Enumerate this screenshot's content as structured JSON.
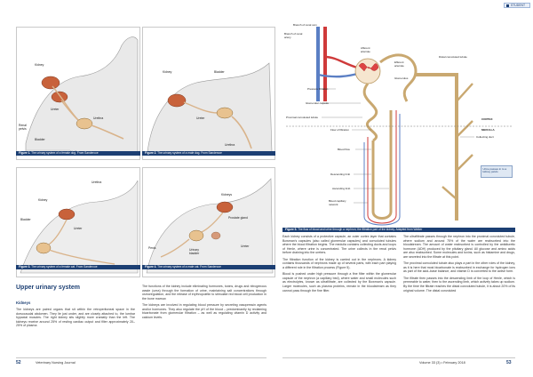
{
  "badge": "STUDENT",
  "fig1": {
    "caption_bold": "Figure 1.",
    "caption": " The urinary system of a female dog. From Sandercoe",
    "labels": [
      "Kidney",
      "Ureter",
      "Renal pelvis",
      "Urethra",
      "Bladder",
      "Urethra"
    ]
  },
  "fig2": {
    "caption_bold": "Figure 2.",
    "caption": " The urinary system of a male dog. From Sandercoe",
    "labels": [
      "Kidney",
      "Bladder",
      "Ureter",
      "Urethra"
    ]
  },
  "fig3": {
    "caption_bold": "Figure 3.",
    "caption": " The urinary system of a female cat. From Sandercoe",
    "labels": [
      "Urethra",
      "Kidney",
      "Ureter",
      "Bladder"
    ]
  },
  "fig4": {
    "caption_bold": "Figure 4.",
    "caption": " The urinary system of a male cat. From Sandercoe",
    "labels": [
      "Kidneys",
      "Prostate gland",
      "Ureter",
      "Penis",
      "Urinary bladder"
    ]
  },
  "fig5": {
    "caption_bold": "Figure 5.",
    "caption": " The flow of blood and urine through a nephron; the filtration part of the kidney. Adapted from Walker",
    "labels": {
      "branch_vein": "Branch of renal vein",
      "branch_artery": "Branch of renal artery",
      "afferent": "Afferent arteriole",
      "efferent": "Efferent arteriole",
      "glomerulus": "Glomerulus",
      "distal": "Distal convoluted tubule",
      "pressure": "Pressure filtration",
      "capsule": "Glomerular capsule",
      "proximal": "Proximal convoluted tubule",
      "cortex": "CORTEX",
      "medulla": "MEDULLA",
      "flow": "Flow of filtration",
      "collecting": "Collecting duct",
      "bloodflow": "Blood flow",
      "descending": "Descending limb",
      "ascending": "Ascending limb",
      "capillary": "Blood capillary network"
    },
    "note": "Urine passes in to a kidney pelvis"
  },
  "article": {
    "section_title": "Upper urinary system",
    "sub_kidneys": "Kidneys",
    "col1_p1": "The kidneys are paired organs that sit within the retroperitoneal space in the dorsocaudal abdomen. They lie just under, and are closely attached to, the lumbar hypaxial muscles. The right kidney sits slightly more cranially than the left. The kidneys receive around 25% of resting cardiac output and filter approximately 20–25% of plasma",
    "col2_p1": "The functions of the kidney include eliminating hormones, toxins, drugs and nitrogenous waste (urea) through the formation of urine, maintaining salt concentrations through osmoregulation, and the release of erythropoietin to stimulate red blood cell production in the bone marrow.",
    "col2_p2": "The kidneys are involved in regulating blood pressure by secreting vasopressin agents and/or hormones. They also regulate the pH of the blood – predominantly by reclaiming bicarbonate from glomerular filtration – as well as regulating vitamin D activity and calcium levels.",
    "col3_p1": "Each kidney consists of a protective capsule, an outer cortex layer that contains Bowman's capsules (also called glomerular capsules) and convoluted tubules where the blood filtration begins. The medulla contains collecting ducts and loops of Henle, where urine is concentrated. The urine collects in the renal pelvis before draining into the ureters.",
    "col3_p2": "The filtration function of the kidney is carried out in the nephrons. A kidney contains thousands of nephrons made up of several parts, with each part playing a different role in the filtration process (Figure 5).",
    "col3_p3": "Blood is pushed under high pressure through a fine filter within the glomerular capsule of the nephron (a capillary bed), where water and small molecules such as electrolytes, known as ultrafiltrate, are collected by the Bowman's capsule. Larger molecules, such as plasma proteins, remain in the bloodstream as they cannot pass through the fine filter.",
    "col4_p1": "The ultrafiltrate passes through the nephron into the proximal convoluted tubule, where sodium and around 75% of the water are reabsorbed into the bloodstream. The amount of water reabsorbed is controlled by the antidiuretic hormone (ADH) produced by the pituitary gland. All glucose and amino acids are also reabsorbed. Some molecules and toxins, such as histamine and drugs, are secreted into the filtrate at this point.",
    "col4_p2": "The proximal convoluted tubule also plays a part in the other roles of the kidney, as it is here that most bicarbonate is reabsorbed in exchange for hydrogen ions as part of the acid–base balance, and vitamin D is converted to the active form.",
    "col4_p3": "The filtrate then passes into the descending limb of the loop of Henle, which is permeable to water, then to the ascending limb, which actively takes up sodium. By the time the filtrate reaches the distal convoluted tubule, it is about 20% of its original volume. The distal convoluted"
  },
  "footer": {
    "page_left": "52",
    "journal": "Veterinary Nursing Journal",
    "issue": "Volume 33 (3)  •  February 2018",
    "page_right": "53"
  }
}
